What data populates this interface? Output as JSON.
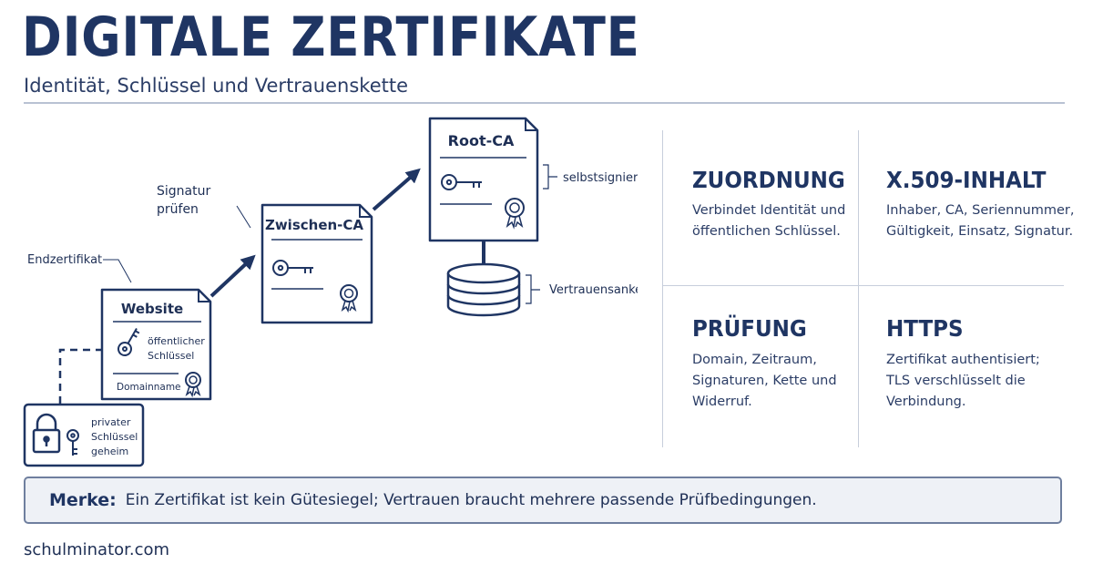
{
  "header": {
    "title": "DIGITALE ZERTIFIKATE",
    "subtitle": "Identität, Schlüssel und Vertrauenskette"
  },
  "diagram": {
    "website_cert": {
      "title": "Website",
      "key_text": [
        "öffentlicher",
        "Schlüssel"
      ],
      "field": "Domainname"
    },
    "private_key": {
      "lines": [
        "privater",
        "Schlüssel",
        "geheim"
      ]
    },
    "intermediate_cert": {
      "title": "Zwischen-CA"
    },
    "root_cert": {
      "title": "Root-CA"
    },
    "labels": {
      "end_cert": "Endzertifikat",
      "verify_signature": [
        "Signatur",
        "prüfen"
      ],
      "self_signed": "selbstsigniert",
      "trust_anchor": "Vertrauensanker"
    }
  },
  "panels": [
    {
      "title": "ZUORDNUNG",
      "text": [
        "Verbindet Identität und",
        "öffentlichen Schlüssel."
      ]
    },
    {
      "title": "X.509-INHALT",
      "text": [
        "Inhaber, CA, Seriennummer,",
        "Gültigkeit, Einsatz, Signatur."
      ]
    },
    {
      "title": "PRÜFUNG",
      "text": [
        "Domain, Zeitraum,",
        "Signaturen, Kette und",
        "Widerruf."
      ]
    },
    {
      "title": "HTTPS",
      "text": [
        "Zertifikat authentisiert;",
        "TLS verschlüsselt die",
        "Verbindung."
      ]
    }
  ],
  "note": {
    "label": "Merke:",
    "text": "Ein Zertifikat ist kein Gütesiegel; Vertrauen braucht mehrere passende Prüfbedingungen."
  },
  "footer": {
    "text": "schulminator.com"
  },
  "colors": {
    "primary": "#1f3563",
    "rule": "#b9c2d3",
    "note_bg": "#eef1f6"
  }
}
